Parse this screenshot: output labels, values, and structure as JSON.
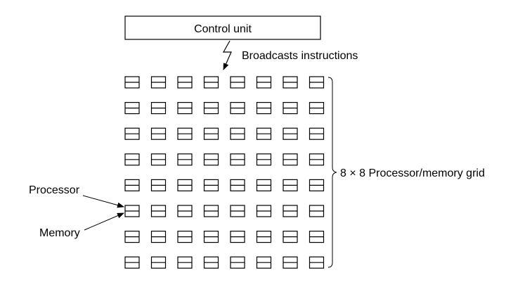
{
  "diagram": {
    "control_unit_label": "Control unit",
    "broadcast_label": "Broadcasts instructions",
    "grid_label": "8 × 8 Processor/memory grid",
    "processor_label": "Processor",
    "memory_label": "Memory",
    "grid_rows": 8,
    "grid_cols": 8
  },
  "colors": {
    "stroke": "#000000",
    "background": "#ffffff"
  }
}
